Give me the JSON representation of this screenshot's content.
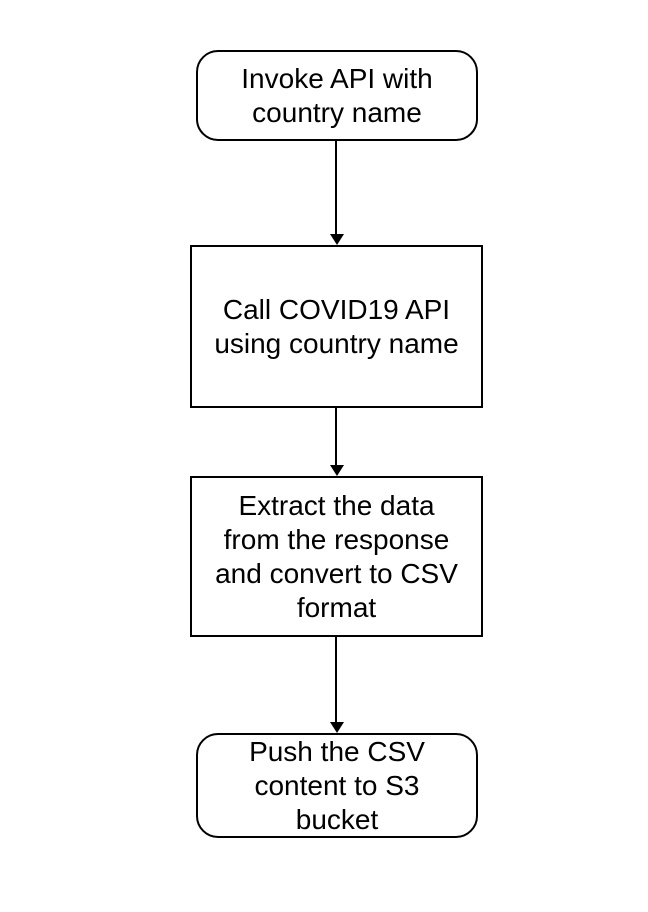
{
  "colors": {
    "background": "#ffffff",
    "node_fill": "#ffffff",
    "stroke": "#000000",
    "text": "#000000"
  },
  "flowchart": {
    "direction": "top-to-bottom",
    "nodes": [
      {
        "shape": "rounded-terminator",
        "label": "Invoke API with\ncountry name"
      },
      {
        "shape": "rectangle-process",
        "label": "Call COVID19 API\nusing country name"
      },
      {
        "shape": "rectangle-process",
        "label": "Extract the data\nfrom the response\nand convert to CSV\nformat"
      },
      {
        "shape": "rounded-terminator",
        "label": "Push the CSV\ncontent to S3\nbucket"
      }
    ],
    "connectors": [
      {
        "from": 0,
        "to": 1,
        "direction": "down",
        "arrowhead": "filled-triangle"
      },
      {
        "from": 1,
        "to": 2,
        "direction": "down",
        "arrowhead": "filled-triangle"
      },
      {
        "from": 2,
        "to": 3,
        "direction": "down",
        "arrowhead": "filled-triangle"
      }
    ]
  }
}
